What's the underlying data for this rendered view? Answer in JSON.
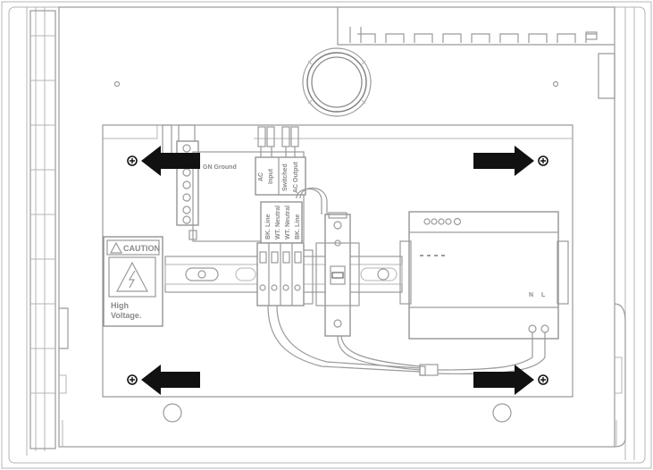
{
  "labels": {
    "gn_ground": "GN  Ground",
    "ac_input_1": "AC",
    "ac_input_2": "Input",
    "switched_1": "Switched",
    "switched_2": "AC Output",
    "caution": "CAUTION",
    "high": "High",
    "voltage": "Voltage.",
    "term_1": "BK. Line",
    "term_2": "WT. Neutral",
    "term_3": "WT. Neutral",
    "term_4": "BK. Line",
    "psu_n": "N",
    "psu_l": "L"
  },
  "icons": [
    "screw-icon",
    "arrow-left-icon",
    "arrow-right-icon",
    "high-voltage-icon",
    "warning-triangle-icon"
  ],
  "colors": {
    "arrow": "#111111",
    "line": "#9a9a9a",
    "background": "#ffffff"
  }
}
